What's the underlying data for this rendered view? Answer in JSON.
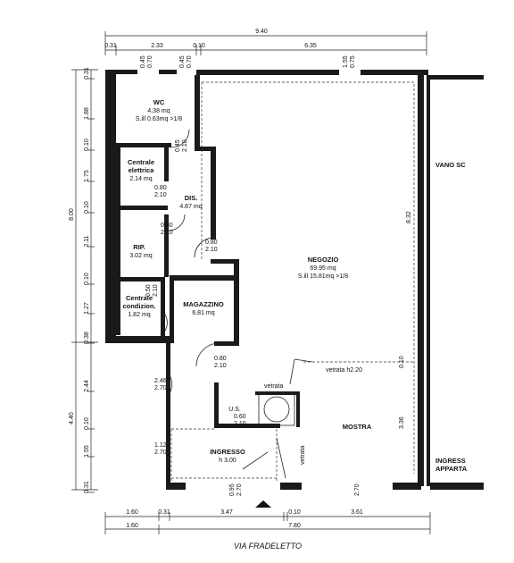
{
  "street_label": "VIA FRADELETTO",
  "top_dims": {
    "overall": "9.40",
    "segments": [
      "0.31",
      "2.33",
      "0.10",
      "6.35"
    ],
    "wall_openings": [
      "0.45",
      "0.70",
      "0.45",
      "0.70",
      "1.55",
      "0.75"
    ]
  },
  "bottom_dims": {
    "row1": [
      "1.60",
      "0.31",
      "3.47",
      "0.10",
      "3.61"
    ],
    "row2": [
      "1.60",
      "7.80"
    ]
  },
  "left_dims": {
    "overall_top": "8.00",
    "overall_bottom": "4.40",
    "segments": [
      "0.31",
      "1.88",
      "0.10",
      "1.75",
      "0.10",
      "2.11",
      "0.10",
      "1.27",
      "0.38",
      "2.44",
      "0.10",
      "1.55",
      "0.31"
    ]
  },
  "rooms": {
    "wc": {
      "name": "WC",
      "area": "4.38 mq",
      "light": "S.ill 0.63mq >1/8"
    },
    "centrale_elettrica": {
      "name": "Centrale",
      "name2": "elettrica",
      "area": "2.14 mq"
    },
    "dis": {
      "name": "DIS.",
      "area": "4.87 mq"
    },
    "rip": {
      "name": "RIP.",
      "area": "3.02 mq"
    },
    "centrale_condiz": {
      "name": "Centrale",
      "name2": "condizion.",
      "area": "1.82 mq"
    },
    "magazzino": {
      "name": "MAGAZZINO",
      "area": "6.81 mq"
    },
    "negozio": {
      "name": "NEGOZIO",
      "area": "69.95 mq",
      "light": "S.ill 15.81mq >1/8"
    },
    "ingresso": {
      "name": "INGRESSO",
      "height": "h 3.00"
    },
    "mostra": {
      "name": "MOSTRA"
    },
    "vano_scala": {
      "name": "VANO SC"
    },
    "ingresso_appart": {
      "name": "INGRESS",
      "name2": "APPARTA"
    }
  },
  "labels": {
    "vetrata_top": "vetrata",
    "vetrata_side": "vetrata",
    "vetrata_line": "vetrata h2.20",
    "us": "U.S.",
    "negozio_height": "8.32",
    "mostra_height": "3.36",
    "mostra_mid": "0.10"
  },
  "doors": [
    {
      "id": "wc-door",
      "w": "0.45",
      "h": "2.10"
    },
    {
      "id": "el-door",
      "w": "0.80",
      "h": "2.10"
    },
    {
      "id": "rip-door",
      "w": "0.80",
      "h": "2.10"
    },
    {
      "id": "neg-door",
      "w": "0.80",
      "h": "2.10"
    },
    {
      "id": "cond-door",
      "w": "0.50",
      "h": "2.10"
    },
    {
      "id": "mag-door",
      "w": "0.80",
      "h": "2.10"
    },
    {
      "id": "us-door",
      "w": "0.60",
      "h": "2.10"
    },
    {
      "id": "side-a",
      "w": "2.46",
      "h": "2.70"
    },
    {
      "id": "side-b",
      "w": "1.12",
      "h": "2.70"
    },
    {
      "id": "front-a",
      "w": "0.95",
      "h": "2.70"
    },
    {
      "id": "front-b",
      "w": "2.70",
      "h": ""
    }
  ]
}
